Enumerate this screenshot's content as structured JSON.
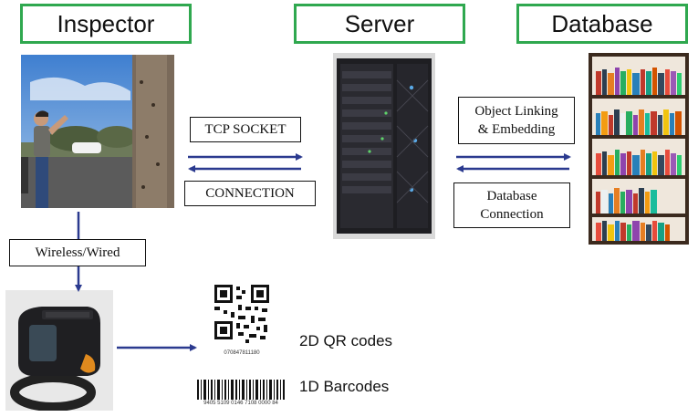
{
  "headers": {
    "inspector": "Inspector",
    "server": "Server",
    "database": "Database"
  },
  "labels": {
    "tcp_socket": "TCP SOCKET",
    "connection": "CONNECTION",
    "object_linking": "Object Linking\n& Embedding",
    "database_connection": "Database\nConnection",
    "wireless_wired": "Wireless/Wired"
  },
  "codes": {
    "qr_caption": "2D QR codes",
    "barcode_caption": "1D Barcodes",
    "qr_number": "070847811180",
    "barcode_number": "9405 5109 0146 7108 0000 84"
  },
  "colors": {
    "header_border": "#2fa84f",
    "arrow": "#2b3a8f"
  }
}
